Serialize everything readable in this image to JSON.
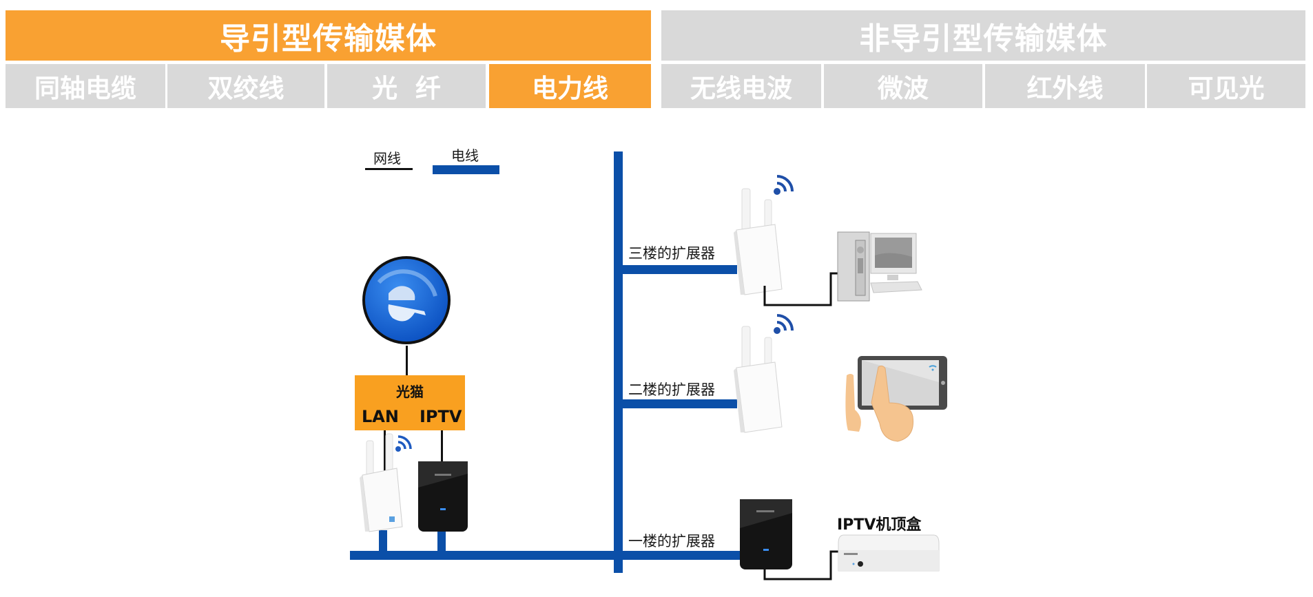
{
  "header": {
    "guided_title": "导引型传输媒体",
    "unguided_title": "非导引型传输媒体",
    "guided_items": [
      {
        "label": "同轴电缆",
        "active": false
      },
      {
        "label": "双绞线",
        "active": false
      },
      {
        "label": "光  纤",
        "active": false
      },
      {
        "label": "电力线",
        "active": true
      }
    ],
    "unguided_items": [
      {
        "label": "无线电波",
        "active": false
      },
      {
        "label": "微波",
        "active": false
      },
      {
        "label": "红外线",
        "active": false
      },
      {
        "label": "可见光",
        "active": false
      }
    ]
  },
  "legend": {
    "network_cable": "网线",
    "power_line": "电线"
  },
  "diagram": {
    "modem": {
      "title": "光猫",
      "port_lan": "LAN",
      "port_iptv": "IPTV"
    },
    "extenders": [
      {
        "label": "三楼的扩展器",
        "device": "wifi-extender",
        "connected_to": "desktop-computer"
      },
      {
        "label": "二楼的扩展器",
        "device": "wifi-extender",
        "connected_to": "tablet"
      },
      {
        "label": "一楼的扩展器",
        "device": "powerline-adapter",
        "connected_to": "iptv-box"
      }
    ],
    "iptv_box_label": "IPTV机顶盒"
  },
  "colors": {
    "accent_orange": "#f9a132",
    "inactive_gray": "#d9d9d9",
    "power_line_blue": "#0b4fa8",
    "network_cable_black": "#111111"
  }
}
